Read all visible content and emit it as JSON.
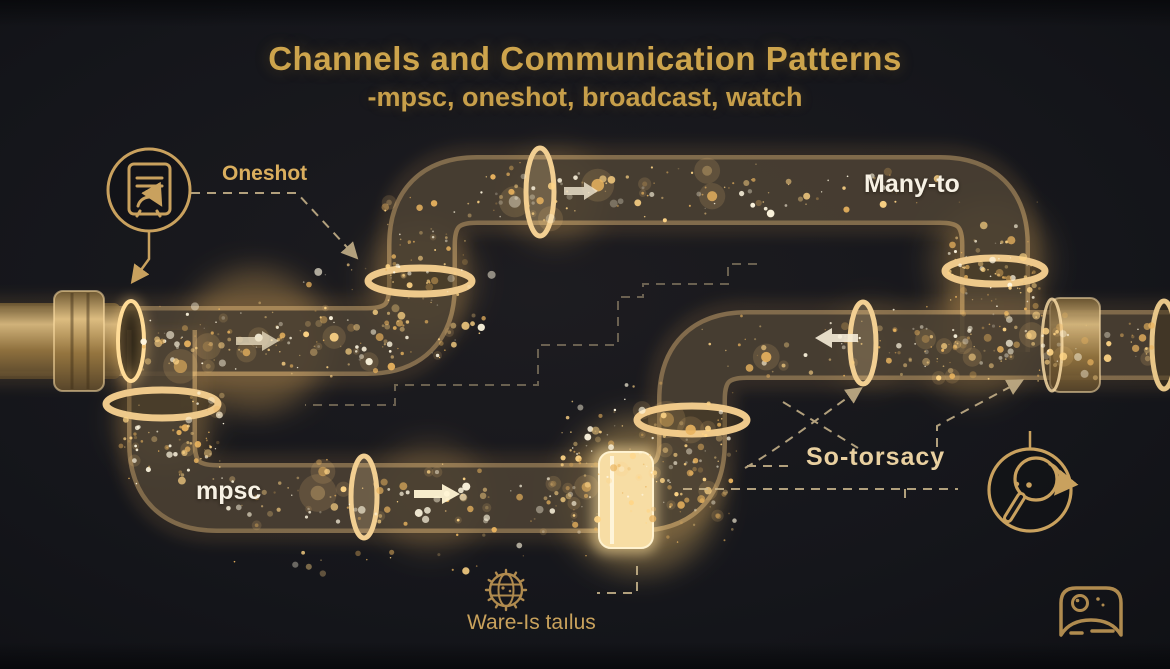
{
  "title": {
    "main": "Channels and Communication Patterns",
    "subtitle": "-mpsc, oneshot, broadcast, watch"
  },
  "labels": {
    "oneshot": "Oneshot",
    "many_to": "Many-to",
    "mpsc": "mpsc",
    "so_torsacy": "So-torsacy",
    "ware_is": "Ware-Is taılus"
  },
  "icons": {
    "certificate": "certificate-icon",
    "search_refresh": "search-refresh-icon",
    "globe": "globe-gear-icon",
    "webcam": "webcam-face-icon"
  },
  "colors": {
    "background": "#15161b",
    "title_gold": "#cda44c",
    "icon_gold": "#c9a15e",
    "pipe_glow": "#ffd98c",
    "label_white": "#f7f1e4",
    "label_gold": "#e9d0a0",
    "dash_line": "#cdb88e"
  }
}
